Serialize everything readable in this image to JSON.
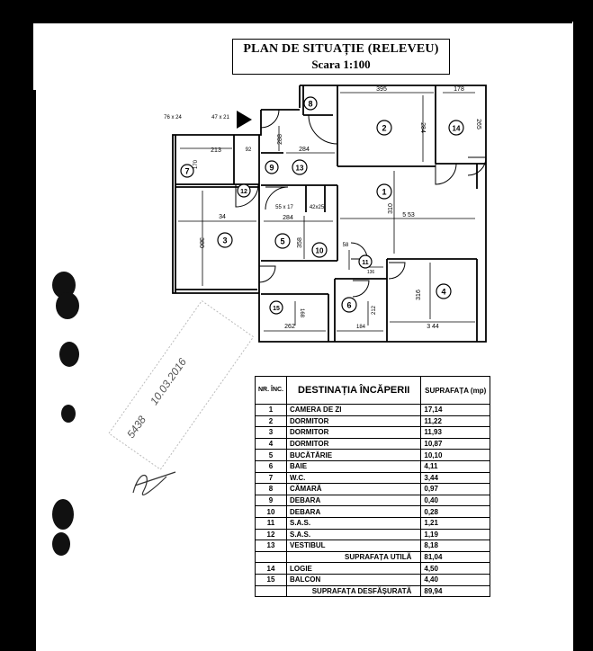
{
  "title": {
    "line1": "PLAN DE SITUAȚIE (RELEVEU)",
    "line2": "Scara 1:100"
  },
  "dimensions": {
    "d395": "395",
    "d178": "178",
    "d284a": "284",
    "d265": "265",
    "d76x24": "76 x 24",
    "d47x21": "47 x 21",
    "d288": "288",
    "d284b": "284",
    "d213": "213",
    "d170": "170",
    "d92": "92",
    "d34": "34",
    "d380": "380",
    "d55x17": "55 x 17",
    "d284c": "284",
    "d42x25": "42x25",
    "d553": "5 53",
    "d310": "310",
    "d358": "358",
    "d58": "58",
    "d136": "136",
    "d316": "316",
    "d344": "3 44",
    "d168": "168",
    "d262": "262",
    "d184": "184",
    "d212": "212"
  },
  "rooms": {
    "r1": "1",
    "r2": "2",
    "r3": "3",
    "r4": "4",
    "r5": "5",
    "r6": "6",
    "r7": "7",
    "r8": "8",
    "r9": "9",
    "r10": "10",
    "r11": "11",
    "r12": "12",
    "r13": "13",
    "r14": "14",
    "r15": "15"
  },
  "stamp": {
    "number": "5438",
    "date": "10.03.2016"
  },
  "table": {
    "headers": {
      "nr": "NR. ÎNC.",
      "dest": "DESTINAȚIA ÎNCĂPERII",
      "supr": "SUPRAFAȚA (mp)"
    },
    "rows": [
      {
        "nr": "1",
        "name": "CAMERA DE ZI",
        "area": "17,14"
      },
      {
        "nr": "2",
        "name": "DORMITOR",
        "area": "11,22"
      },
      {
        "nr": "3",
        "name": "DORMITOR",
        "area": "11,93"
      },
      {
        "nr": "4",
        "name": "DORMITOR",
        "area": "10,87"
      },
      {
        "nr": "5",
        "name": "BUCĂTĂRIE",
        "area": "10,10"
      },
      {
        "nr": "6",
        "name": "BAIE",
        "area": "4,11"
      },
      {
        "nr": "7",
        "name": "W.C.",
        "area": "3,44"
      },
      {
        "nr": "8",
        "name": "CĂMARĂ",
        "area": "0,97"
      },
      {
        "nr": "9",
        "name": "DEBARA",
        "area": "0,40"
      },
      {
        "nr": "10",
        "name": "DEBARA",
        "area": "0,28"
      },
      {
        "nr": "11",
        "name": "S.A.S.",
        "area": "1,21"
      },
      {
        "nr": "12",
        "name": "S.A.S.",
        "area": "1,19"
      },
      {
        "nr": "13",
        "name": "VESTIBUL",
        "area": "8,18"
      }
    ],
    "util": {
      "label": "SUPRAFAȚA UTILĂ",
      "area": "81,04"
    },
    "rows2": [
      {
        "nr": "14",
        "name": "LOGIE",
        "area": "4,50"
      },
      {
        "nr": "15",
        "name": "BALCON",
        "area": "4,40"
      }
    ],
    "total": {
      "label": "SUPRAFAȚA DESFĂȘURATĂ",
      "area": "89,94"
    }
  }
}
